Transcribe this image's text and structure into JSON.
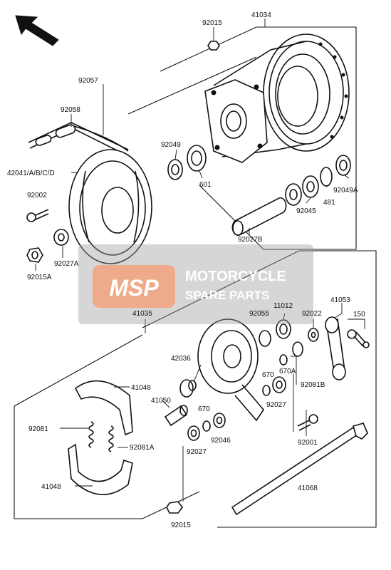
{
  "diagram": {
    "part_labels": {
      "p92015_top": "92015",
      "p41034": "41034",
      "p92057": "92057",
      "p92058": "92058",
      "p92049": "92049",
      "p42041": "42041/A/B/C/D",
      "p601": "601",
      "p92049A": "92049A",
      "p92002": "92002",
      "p481": "481",
      "p92045": "92045",
      "p92027B": "92027B",
      "p92027A": "92027A",
      "p92015A": "92015A",
      "p11012": "11012",
      "p41053": "41053",
      "p150": "150",
      "p92055": "92055",
      "p92022": "92022",
      "p41035": "41035",
      "p42036": "42036",
      "p670A": "670A",
      "p670a": "670",
      "p92081B": "92081B",
      "p41048_top": "41048",
      "p92027_mid": "92027",
      "p41050": "41050",
      "p670b": "670",
      "p92081": "92081",
      "p92081A": "92081A",
      "p92046": "92046",
      "p92001": "92001",
      "p92027_low": "92027",
      "p41048_bot": "41048",
      "p41068": "41068",
      "p92015_bot": "92015"
    },
    "watermark": {
      "badge": "MSP",
      "line1": "MOTORCYCLE",
      "line2": "SPARE PARTS"
    }
  }
}
